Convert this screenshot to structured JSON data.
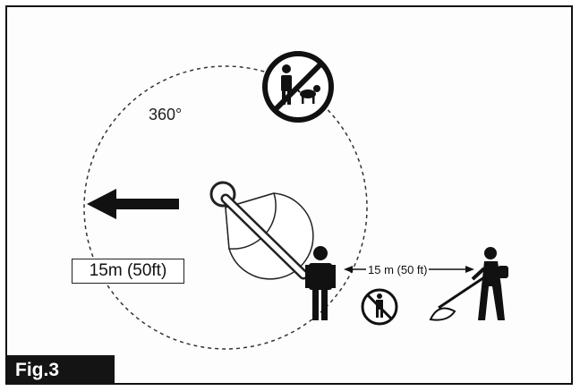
{
  "figure": {
    "label": "Fig.3"
  },
  "diagram": {
    "rotation_label": "360°",
    "hazard_distance_label": "15m (50ft)",
    "bystander_distance_label": "15 m (50 ft)",
    "icons": [
      "no-people-or-animals-icon",
      "arrow-left-icon",
      "operator-icon",
      "no-person-icon",
      "trimmer-operator-icon"
    ]
  }
}
